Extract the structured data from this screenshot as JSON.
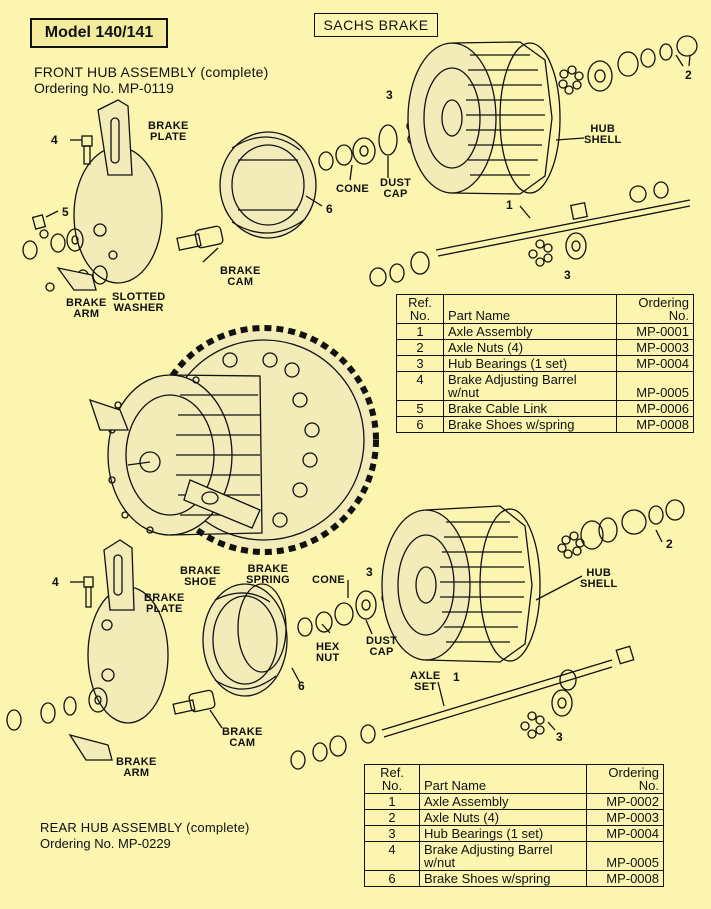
{
  "model_label": "Model 140/141",
  "brand_label": "SACHS BRAKE",
  "front": {
    "title": "FRONT HUB ASSEMBLY (complete)",
    "ordering": "Ordering No. MP-0119",
    "labels": {
      "brake_plate_1": "BRAKE",
      "brake_plate_2": "PLATE",
      "brake_cam_1": "BRAKE",
      "brake_cam_2": "CAM",
      "brake_arm_1": "BRAKE",
      "brake_arm_2": "ARM",
      "slotted_1": "SLOTTED",
      "slotted_2": "WASHER",
      "cone": "CONE",
      "dust_1": "DUST",
      "dust_2": "CAP",
      "hub_1": "HUB",
      "hub_2": "SHELL"
    },
    "numbers": {
      "n1": "1",
      "n2": "2",
      "n3a": "3",
      "n3b": "3",
      "n4": "4",
      "n5": "5",
      "n6": "6"
    },
    "table": {
      "head": {
        "ref_1": "Ref.",
        "ref_2": "No.",
        "part": "Part Name",
        "ord_1": "Ordering",
        "ord_2": "No."
      },
      "rows": [
        {
          "ref": "1",
          "name": "Axle Assembly",
          "name2": "",
          "ord": "MP-0001"
        },
        {
          "ref": "2",
          "name": "Axle Nuts (4)",
          "name2": "",
          "ord": "MP-0003"
        },
        {
          "ref": "3",
          "name": "Hub Bearings (1 set)",
          "name2": "",
          "ord": "MP-0004"
        },
        {
          "ref": "4",
          "name": "Brake Adjusting Barrel",
          "name2": "w/nut",
          "ord": "MP-0005"
        },
        {
          "ref": "5",
          "name": "Brake Cable Link",
          "name2": "",
          "ord": "MP-0006"
        },
        {
          "ref": "6",
          "name": "Brake Shoes w/spring",
          "name2": "",
          "ord": "MP-0008"
        }
      ]
    }
  },
  "rear": {
    "title": "REAR HUB ASSEMBLY (complete)",
    "ordering": "Ordering No. MP-0229",
    "labels": {
      "brake_shoe_1": "BRAKE",
      "brake_shoe_2": "SHOE",
      "brake_spring_1": "BRAKE",
      "brake_spring_2": "SPRING",
      "cone": "CONE",
      "brake_plate_1": "BRAKE",
      "brake_plate_2": "PLATE",
      "hex_1": "HEX",
      "hex_2": "NUT",
      "dust_1": "DUST",
      "dust_2": "CAP",
      "hub_1": "HUB",
      "hub_2": "SHELL",
      "axle_1": "AXLE",
      "axle_2": "SET",
      "brake_cam_1": "BRAKE",
      "brake_cam_2": "CAM",
      "brake_arm_1": "BRAKE",
      "brake_arm_2": "ARM"
    },
    "numbers": {
      "n1": "1",
      "n2": "2",
      "n3a": "3",
      "n3b": "3",
      "n4": "4",
      "n6": "6"
    },
    "table": {
      "head": {
        "ref_1": "Ref.",
        "ref_2": "No.",
        "part": "Part Name",
        "ord_1": "Ordering",
        "ord_2": "No."
      },
      "rows": [
        {
          "ref": "1",
          "name": "Axle Assembly",
          "name2": "",
          "ord": "MP-0002"
        },
        {
          "ref": "2",
          "name": "Axle Nuts (4)",
          "name2": "",
          "ord": "MP-0003"
        },
        {
          "ref": "3",
          "name": "Hub Bearings (1 set)",
          "name2": "",
          "ord": "MP-0004"
        },
        {
          "ref": "4",
          "name": "Brake Adjusting Barrel",
          "name2": "w/nut",
          "ord": "MP-0005"
        },
        {
          "ref": "6",
          "name": "Brake Shoes w/spring",
          "name2": "",
          "ord": "MP-0008"
        }
      ]
    }
  }
}
